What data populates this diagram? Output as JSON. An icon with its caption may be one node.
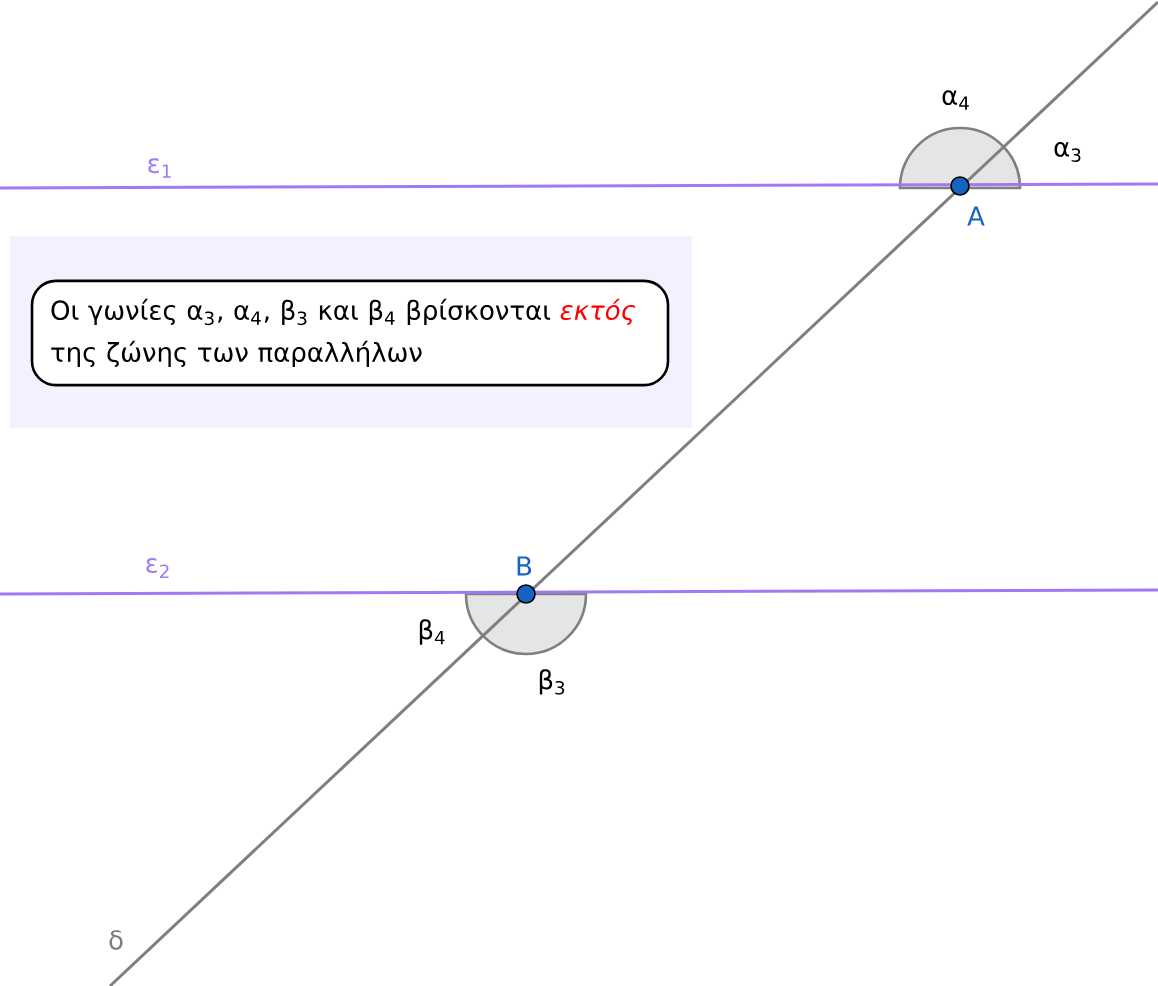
{
  "diagram": {
    "nodes": [
      {
        "text": [
          "Οι γωνίες α$_{3}$, α$_{4}$, β$_{3}$ και β$_{4}$ βρίσκονται *εκτός* της ζώνης των παραλλήλων"
        ]
      }
    ],
    "labels": [
      "α$_{4}$",
      "α$_{3}$",
      "ε$_{1}$",
      "A",
      "ε$_{2}$",
      "B",
      "β$_{4}$",
      "β$_{3}$",
      "δ"
    ]
  }
}
